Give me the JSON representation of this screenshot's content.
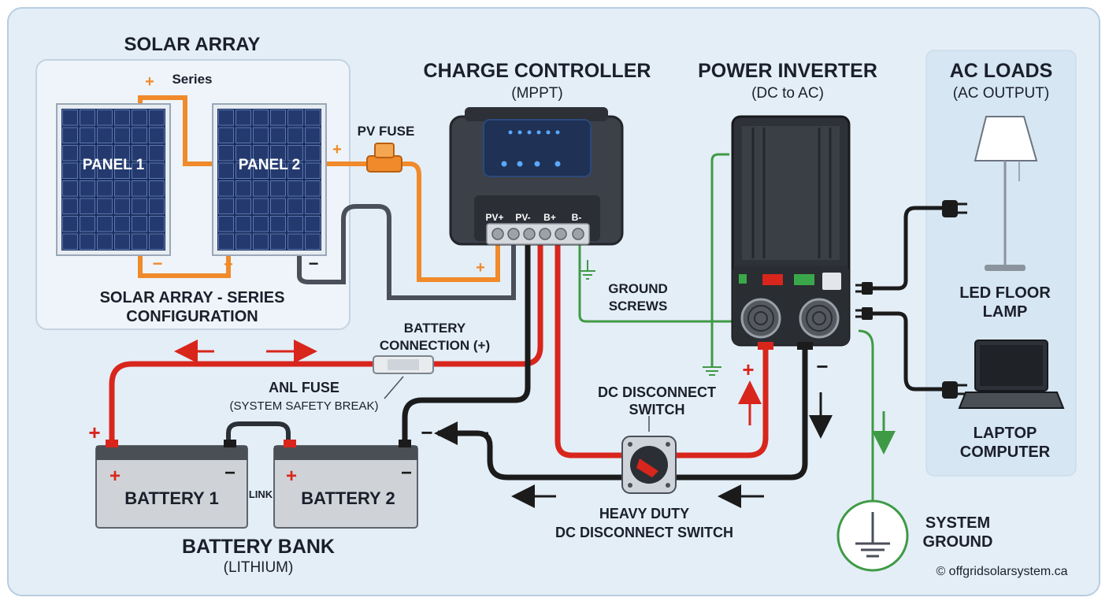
{
  "solar_array": {
    "title": "SOLAR ARRAY",
    "series_label": "Series",
    "panel1": "PANEL 1",
    "panel2": "PANEL 2",
    "caption_line1": "SOLAR ARRAY - SERIES",
    "caption_line2": "CONFIGURATION"
  },
  "pv_fuse": {
    "label": "PV FUSE"
  },
  "charge_controller": {
    "title": "CHARGE CONTROLLER",
    "subtitle": "(MPPT)",
    "terminals": [
      "PV+",
      "PV-",
      "B+",
      "B-"
    ]
  },
  "inverter": {
    "title": "POWER INVERTER",
    "subtitle": "(DC to AC)"
  },
  "ac_loads": {
    "title": "AC LOADS",
    "subtitle": "(AC OUTPUT)",
    "lamp_line1": "LED FLOOR",
    "lamp_line2": "LAMP",
    "laptop_line1": "LAPTOP",
    "laptop_line2": "COMPUTER"
  },
  "ground_screws": {
    "line1": "GROUND",
    "line2": "SCREWS"
  },
  "battery_connection": {
    "line1": "BATTERY",
    "line2": "CONNECTION (+)"
  },
  "anl_fuse": {
    "title": "ANL FUSE",
    "subtitle": "(SYSTEM SAFETY BREAK)"
  },
  "dc_switch": {
    "top_line1": "DC DISCONNECT",
    "top_line2": "SWITCH",
    "bottom_line1": "HEAVY DUTY",
    "bottom_line2": "DC DISCONNECT SWITCH"
  },
  "battery_bank": {
    "battery1": "BATTERY 1",
    "battery2": "BATTERY 2",
    "link": "LINK",
    "title": "BATTERY BANK",
    "subtitle": "(LITHIUM)"
  },
  "system_ground": {
    "line1": "SYSTEM",
    "line2": "GROUND"
  },
  "polarity": {
    "plus": "+",
    "minus": "−"
  },
  "copyright": "© offgridsolarsystem.ca",
  "colors": {
    "background": "#e4eef7",
    "positive_wire": "#d8261c",
    "negative_wire": "#1b1b1b",
    "ground_wire": "#3f9a45",
    "pv_wire": "#f08a2a",
    "panel_cell": "#243a6e"
  }
}
